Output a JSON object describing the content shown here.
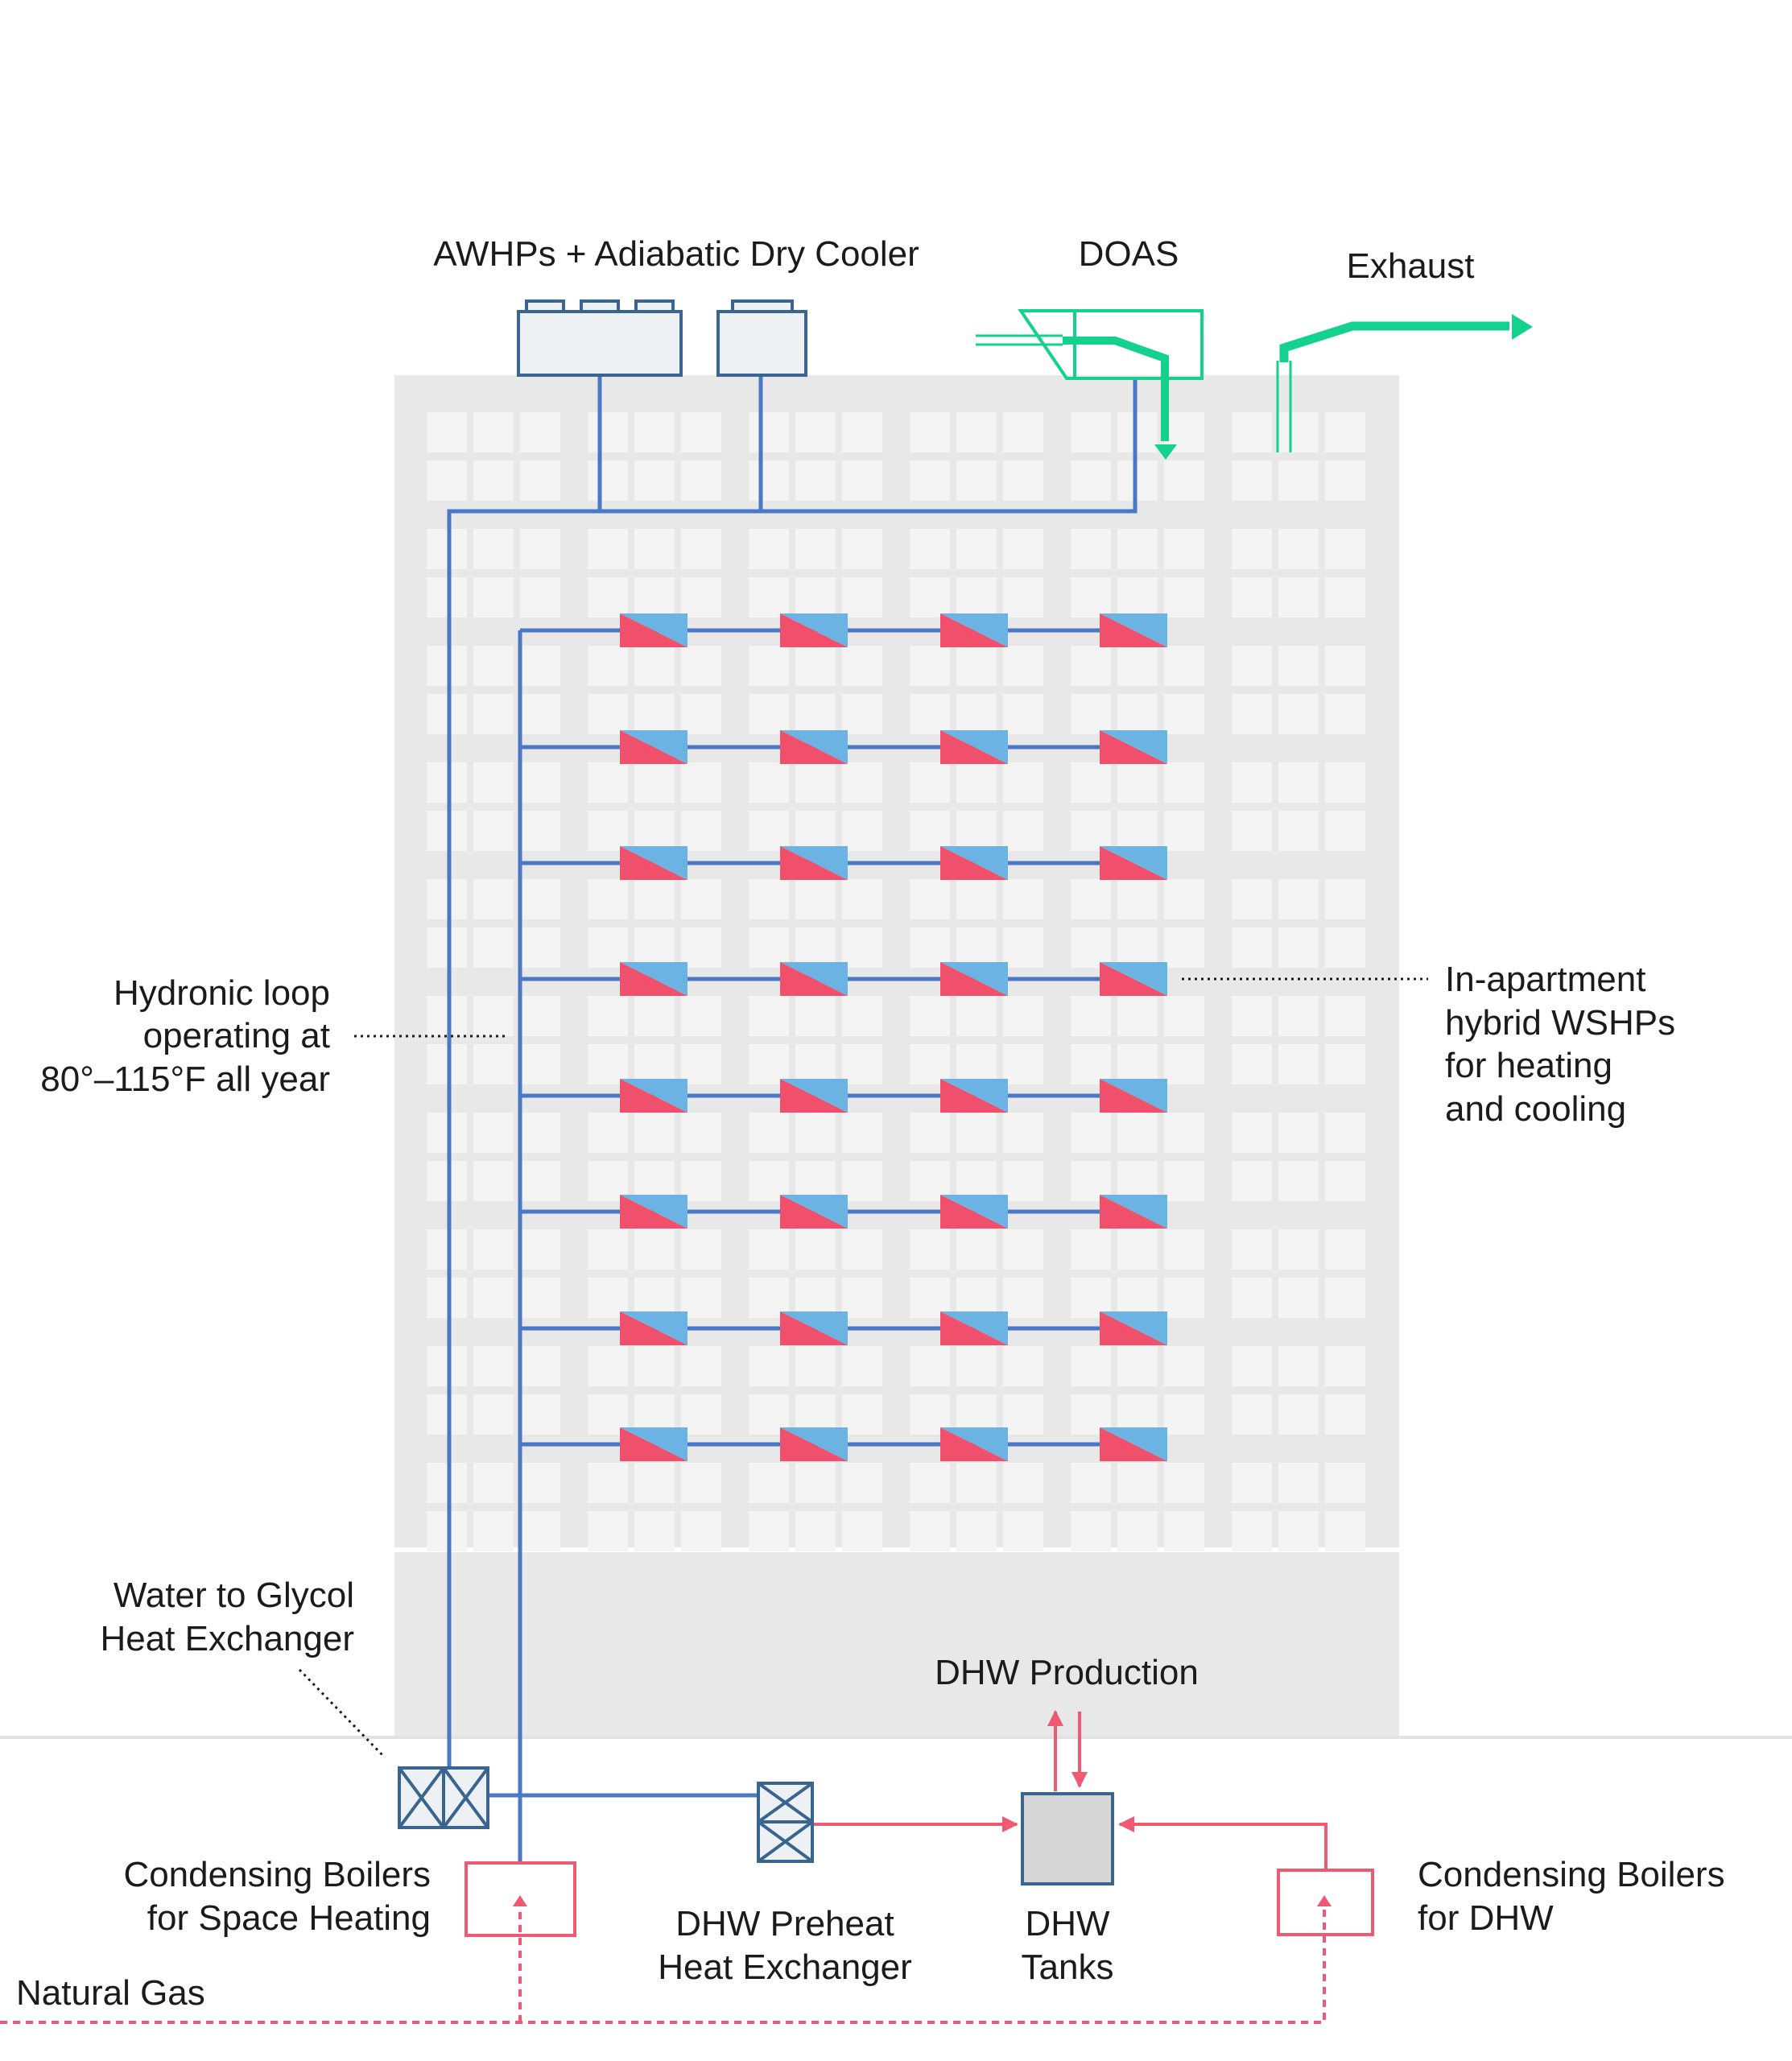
{
  "labels": {
    "awhps": "AWHPs + Adiabatic Dry Cooler",
    "doas": "DOAS",
    "exhaust": "Exhaust",
    "hydronic_loop": [
      "Hydronic loop",
      "operating at",
      "80°–115°F all year"
    ],
    "wshp": [
      "In-apartment",
      "hybrid WSHPs",
      "for heating",
      "and cooling"
    ],
    "glycol_hx": [
      "Water to Glycol",
      "Heat Exchanger"
    ],
    "dhw_production": "DHW Production",
    "boilers_space": [
      "Condensing Boilers",
      "for Space Heating"
    ],
    "dhw_preheat": [
      "DHW Preheat",
      "Heat Exchanger"
    ],
    "dhw_tanks": [
      "DHW",
      "Tanks"
    ],
    "boilers_dhw": [
      "Condensing Boilers",
      "for DHW"
    ],
    "natural_gas": "Natural Gas"
  },
  "wshp_grid": {
    "floors": 8,
    "units_per_floor": 4
  },
  "colors": {
    "water_loop": "#4a78c6",
    "equipment_outline": "#3a6590",
    "air": "#14d28e",
    "hot_water": "#ef5a72",
    "unit_warm": "#f0506c",
    "unit_cool": "#6ab3e2",
    "building": "#e8e8e8",
    "window": "#f4f4f4",
    "text": "#1b1b1b"
  }
}
